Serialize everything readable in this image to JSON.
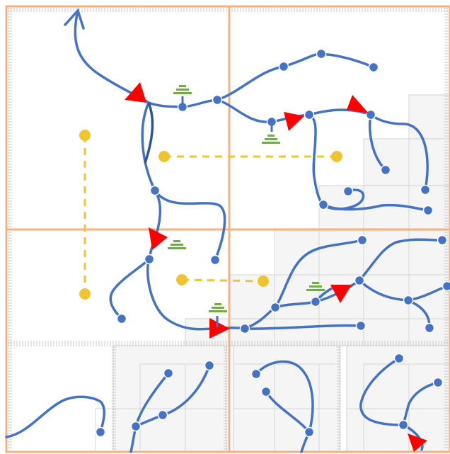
{
  "map": {
    "colors": {
      "grid_border": "#f4b183",
      "fine_grid": "#d0d0d0",
      "tick": "#c8c8c8",
      "path": "#4472c4",
      "path_dark": "#2f5597",
      "node": "#4472c4",
      "arrow": "#ff0000",
      "link": "#f0c430",
      "stack": "#70ad47",
      "tile_fill": "#f5f5f5"
    },
    "paths_count": 16,
    "arrows_count": 8,
    "links_count": 3,
    "stacks_count": 5
  }
}
